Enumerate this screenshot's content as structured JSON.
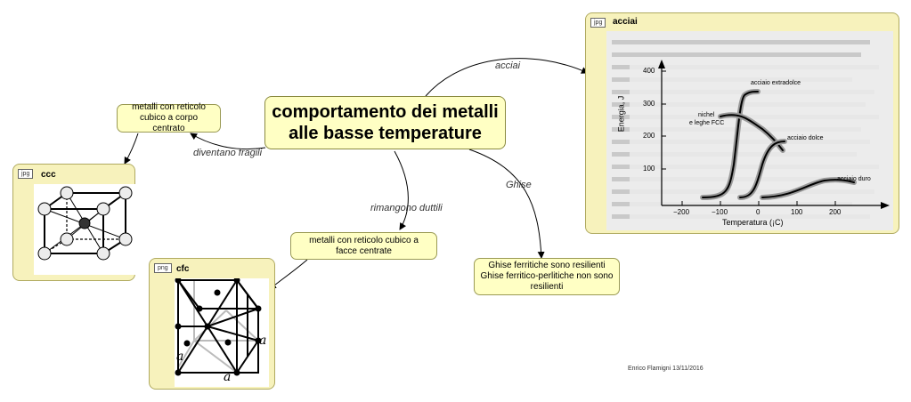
{
  "main_title_line1": "comportamento dei metalli",
  "main_title_line2": "alle basse temperature",
  "links": {
    "acciai": "acciai",
    "fragili": "diventano fragili",
    "duttili": "rimangono duttili",
    "ghise": "Ghise"
  },
  "nodes": {
    "ccc_concept": "metalli con reticolo cubico a corpo centrato",
    "cfc_concept": "metalli con reticolo cubico a facce centrate",
    "ghise_concept": "Ghise ferritiche sono resilienti Ghise ferritico-perlitiche non sono resilienti"
  },
  "cards": {
    "ccc": {
      "badge": "jpg",
      "title": "ccc"
    },
    "cfc": {
      "badge": "png",
      "title": "cfc",
      "edge_label": "a"
    },
    "acciai": {
      "badge": "jpg",
      "title": "acciai"
    }
  },
  "graph": {
    "ylabel": "Energia, J",
    "xlabel": "Temperatura (¡C)",
    "yticks": [
      "100",
      "200",
      "300",
      "400"
    ],
    "xticks": [
      "−200",
      "−100",
      "0",
      "100",
      "200"
    ],
    "curves": {
      "extradolce": "acciaio extradolce",
      "nichel1": "nichel",
      "nichel2": "e leghe FCC",
      "dolce": "acciaio dolce",
      "duro": "acciaio duro"
    }
  },
  "footer": "Enrico Flamigni 13/11/2016"
}
